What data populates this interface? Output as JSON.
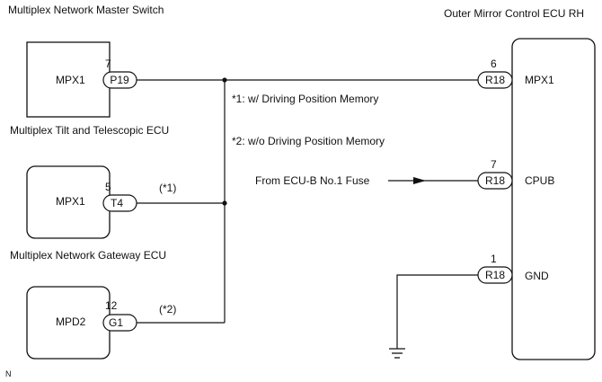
{
  "components": {
    "master_switch": {
      "title": "Multiplex Network Master Switch",
      "terminal": "MPX1",
      "connector": "P19",
      "pin": "7"
    },
    "tilt_ecu": {
      "title": "Multiplex Tilt and Telescopic ECU",
      "terminal": "MPX1",
      "connector": "T4",
      "pin": "5",
      "note": "(*1)"
    },
    "gateway_ecu": {
      "title": "Multiplex Network Gateway ECU",
      "terminal": "MPD2",
      "connector": "G1",
      "pin": "12",
      "note": "(*2)"
    },
    "mirror_ecu": {
      "title": "Outer Mirror Control ECU RH",
      "terminals": [
        {
          "connector": "R18",
          "pin": "6",
          "name": "MPX1"
        },
        {
          "connector": "R18",
          "pin": "7",
          "name": "CPUB"
        },
        {
          "connector": "R18",
          "pin": "1",
          "name": "GND"
        }
      ]
    }
  },
  "notes": {
    "n1": "*1: w/ Driving Position Memory",
    "n2": "*2: w/o Driving Position Memory"
  },
  "fuse_source": "From ECU-B No.1 Fuse",
  "footer_code": "N"
}
